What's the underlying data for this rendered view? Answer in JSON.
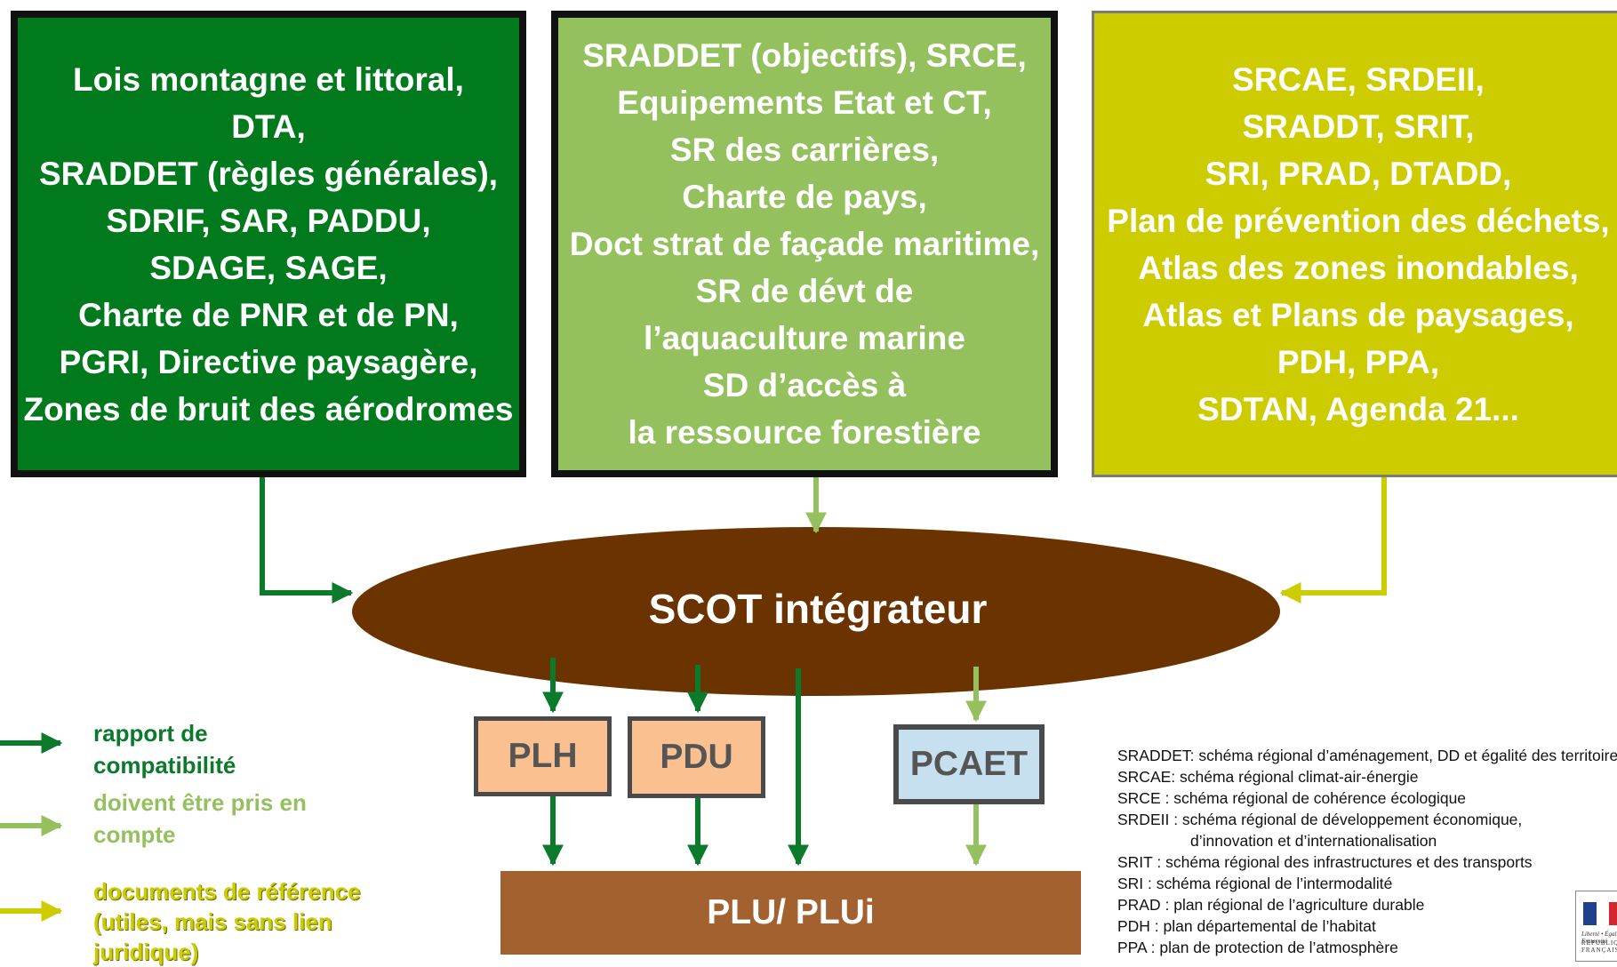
{
  "boxes": {
    "left": "Lois montagne et littoral,\nDTA,\nSRADDET (règles générales),\nSDRIF, SAR, PADDU,\nSDAGE, SAGE,\nCharte de PNR et de PN,\nPGRI, Directive paysagère,\nZones de bruit des aérodromes",
    "middle": "SRADDET (objectifs), SRCE,\nEquipements Etat et CT,\nSR des carrières,\nCharte de pays,\nDoct strat de façade maritime,\nSR de dévt de\nl’aquaculture marine\nSD d’accès à\nla ressource forestière",
    "right": "SRCAE, SRDEII,\nSRADDT, SRIT,\nSRI, PRAD, DTADD,\nPlan de prévention des déchets,\nAtlas des zones inondables,\nAtlas et Plans de paysages,\nPDH,  PPA,\nSDTAN, Agenda 21..."
  },
  "center": "SCOT intégrateur",
  "plans": {
    "plh": "PLH",
    "pdu": "PDU",
    "pcaet": "PCAET"
  },
  "bottom": "PLU/ PLUi",
  "legend": {
    "compatibility": "rapport de\ncompatibilité",
    "account": "doivent être pris en\ncompte",
    "reference": "documents de référence\n(utiles, mais sans lien\njuridique)"
  },
  "glossary": [
    "SRADDET: schéma régional d’aménagement, DD et égalité des territoires",
    "SRCAE: schéma régional climat-air-énergie",
    "SRCE : schéma régional de cohérence écologique",
    "SRDEII : schéma régional de développement économique,",
    "d’innovation et d’internationalisation",
    "SRIT : schéma régional des infrastructures et des transports",
    "SRI : schéma régional de l’intermodalité",
    "PRAD : plan régional de l’agriculture durable",
    "PDH : plan départemental de l’habitat",
    "PPA : plan de protection de l’atmosphère"
  ],
  "logo": {
    "line1": "Liberté • Égalité • Fraternité",
    "line2": "RÉPUBLIQUE FRANÇAISE"
  },
  "colors": {
    "dark_green": "#007a1c",
    "light_green": "#94c15e",
    "yellow_green": "#cccc00",
    "scot_brown": "#6b3300",
    "plu_brown": "#a2612e",
    "plan_orange": "#fac090",
    "plan_blue": "#c6e0f0"
  }
}
